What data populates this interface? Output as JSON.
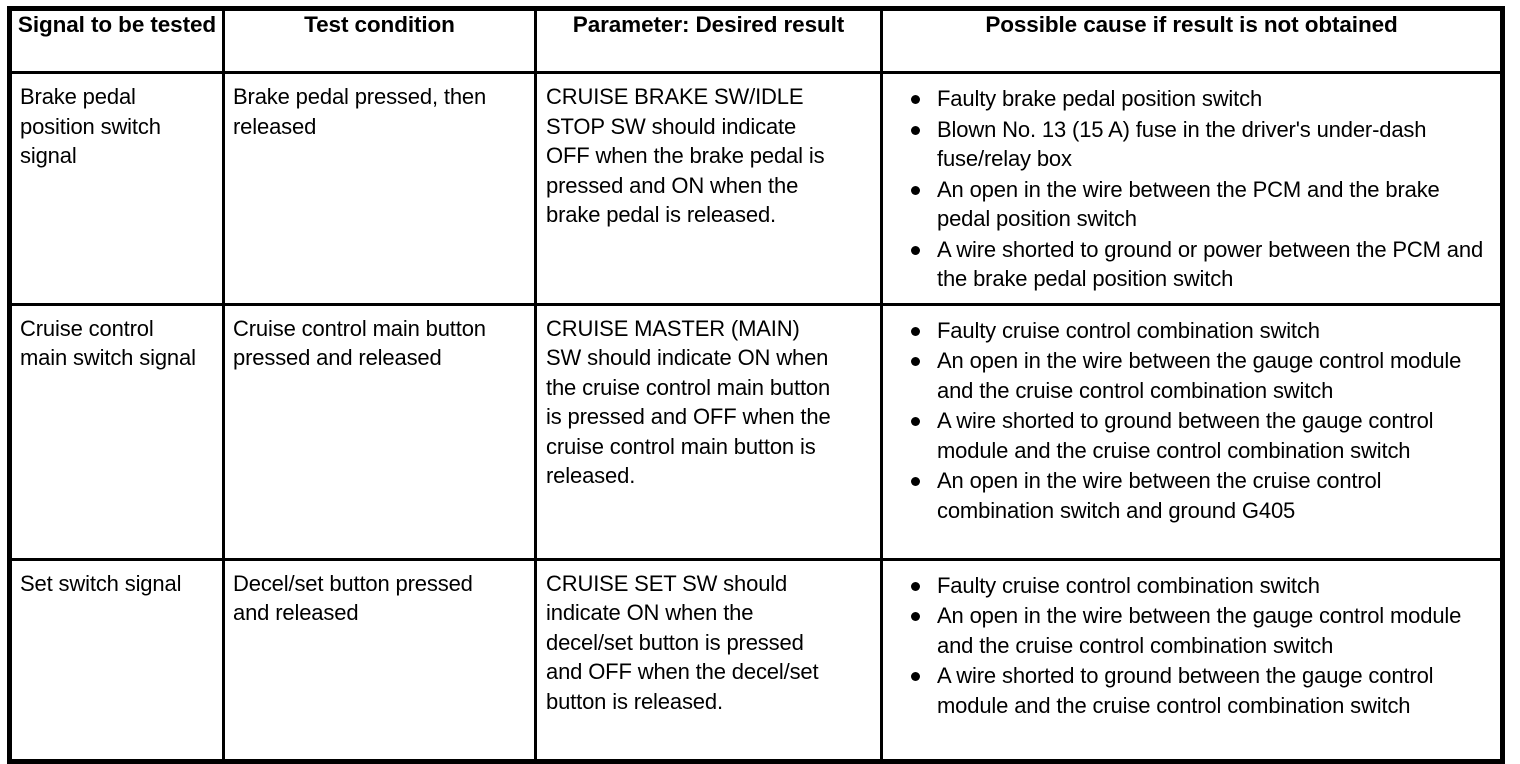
{
  "table": {
    "headers": [
      "Signal to be\ntested",
      "Test condition",
      "Parameter: Desired result",
      "Possible cause if result is not obtained"
    ],
    "rows": [
      {
        "signal": "Brake pedal\nposition switch\nsignal",
        "test_condition": "Brake pedal pressed, then\nreleased",
        "parameter": "CRUISE BRAKE SW/IDLE\nSTOP SW should indicate\nOFF when the brake pedal is\npressed and ON when the\nbrake pedal is released.",
        "causes": [
          "Faulty brake pedal position switch",
          "Blown No. 13 (15 A) fuse in the driver's under-dash   fuse/relay box",
          "An open in the wire between the PCM and the brake pedal position switch",
          "A wire shorted to ground or power between the PCM and the brake pedal position switch"
        ]
      },
      {
        "signal": "Cruise control\nmain switch signal",
        "test_condition": "Cruise control main button\npressed and released",
        "parameter": "CRUISE MASTER (MAIN)\nSW should indicate ON when\nthe cruise control main button\nis pressed and OFF when the\ncruise control main button is\nreleased.",
        "causes": [
          "Faulty cruise control combination switch",
          "An open in the wire between the gauge control module and the cruise control combination switch",
          "A wire shorted to ground between the gauge control module and the cruise control combination switch",
          "An open in the wire between the cruise control combination switch and ground G405"
        ]
      },
      {
        "signal": "Set switch signal",
        "test_condition": "Decel/set button pressed\nand released",
        "parameter": "CRUISE SET SW should\nindicate ON when the\ndecel/set button is pressed\nand OFF when the decel/set\nbutton is released.",
        "causes": [
          "Faulty cruise control combination switch",
          "An open in the wire between the gauge control module and the cruise control combination switch",
          "A wire shorted to ground between the gauge control module and the cruise control combination switch"
        ]
      }
    ]
  },
  "colors": {
    "border": "#000000",
    "text": "#000000",
    "background": "#ffffff"
  }
}
